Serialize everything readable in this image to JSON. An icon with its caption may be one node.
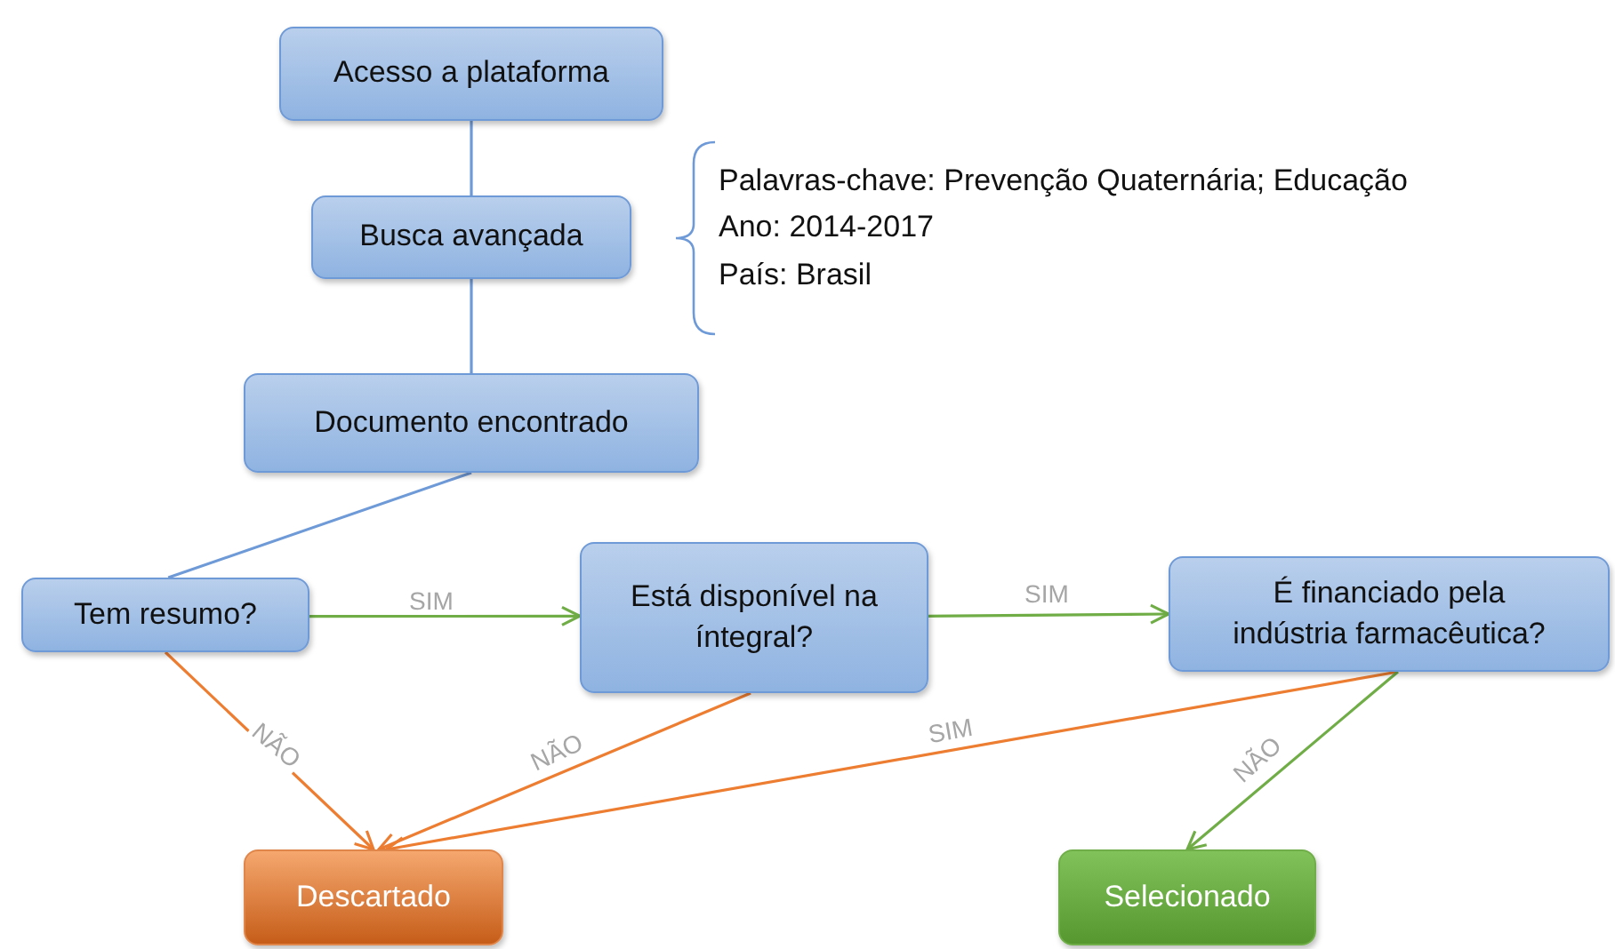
{
  "diagram": {
    "nodes": [
      {
        "text": [
          "Acesso a plataforma"
        ]
      },
      {
        "text": [
          "Busca avançada"
        ]
      },
      {
        "text": [
          "Documento encontrado"
        ]
      },
      {
        "text": [
          "Tem resumo?"
        ]
      },
      {
        "text": [
          "Está disponível na íntegral?"
        ]
      },
      {
        "text": [
          "É financiado pela indústria farmacêutica?"
        ]
      },
      {
        "text": [
          "Descartado"
        ]
      },
      {
        "text": [
          "Selecionado"
        ]
      }
    ],
    "edges": [
      {
        "from": 0,
        "to": 1,
        "arrow": "none",
        "color": "#6f9ad8"
      },
      {
        "from": 1,
        "to": 2,
        "arrow": "none",
        "color": "#6f9ad8"
      },
      {
        "from": 2,
        "to": 3,
        "arrow": "none",
        "color": "#6f9ad8"
      },
      {
        "from": 3,
        "to": 4,
        "arrow": "to",
        "label": "SIM",
        "color": "#70ad47"
      },
      {
        "from": 4,
        "to": 5,
        "arrow": "to",
        "label": "SIM",
        "color": "#70ad47"
      },
      {
        "from": 3,
        "to": 6,
        "arrow": "to",
        "label": "NÃO",
        "color": "#ed7d31"
      },
      {
        "from": 4,
        "to": 6,
        "arrow": "to",
        "label": "NÃO",
        "color": "#ed7d31"
      },
      {
        "from": 5,
        "to": 6,
        "arrow": "to",
        "label": "SIM",
        "color": "#ed7d31"
      },
      {
        "from": 5,
        "to": 7,
        "arrow": "to",
        "label": "NÃO",
        "color": "#70ad47"
      }
    ],
    "labels": [
      "Palavras-chave: Prevenção Quaternária; Educação",
      "Ano: 2014-2017",
      "País: Brasil"
    ]
  }
}
